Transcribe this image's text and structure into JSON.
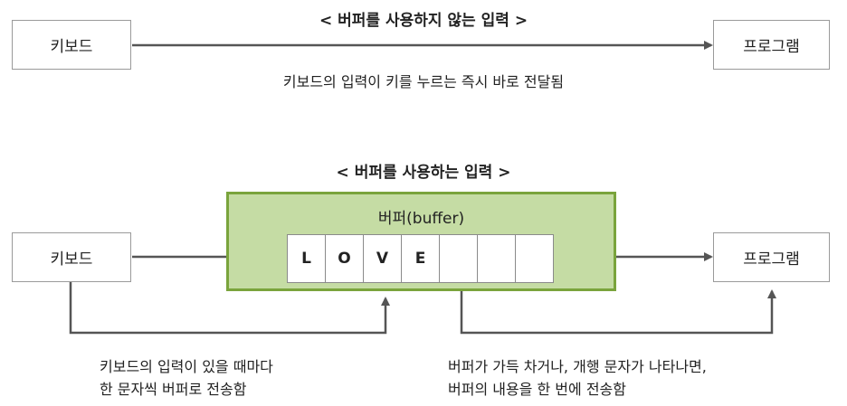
{
  "top_section": {
    "title": "< 버퍼를 사용하지 않는 입력 >",
    "keyboard_label": "키보드",
    "program_label": "프로그램",
    "caption": "키보드의 입력이 키를 누르는 즉시 바로 전달됨"
  },
  "bottom_section": {
    "title": "< 버퍼를 사용하는 입력 >",
    "keyboard_label": "키보드",
    "program_label": "프로그램",
    "buffer_label": "버퍼(buffer)",
    "buffer_cells": [
      "L",
      "O",
      "V",
      "E",
      "",
      "",
      ""
    ],
    "left_caption_line1": "키보드의 입력이 있을 때마다",
    "left_caption_line2": "한 문자씩 버퍼로 전송함",
    "right_caption_line1": "버퍼가 가득 차거나, 개행 문자가 나타나면,",
    "right_caption_line2": "버퍼의 내용을 한 번에 전송함"
  },
  "colors": {
    "buffer_fill": "#c5dca4",
    "buffer_border": "#7aa43c",
    "arrow": "#555555",
    "box_border": "#9a9a9a"
  }
}
